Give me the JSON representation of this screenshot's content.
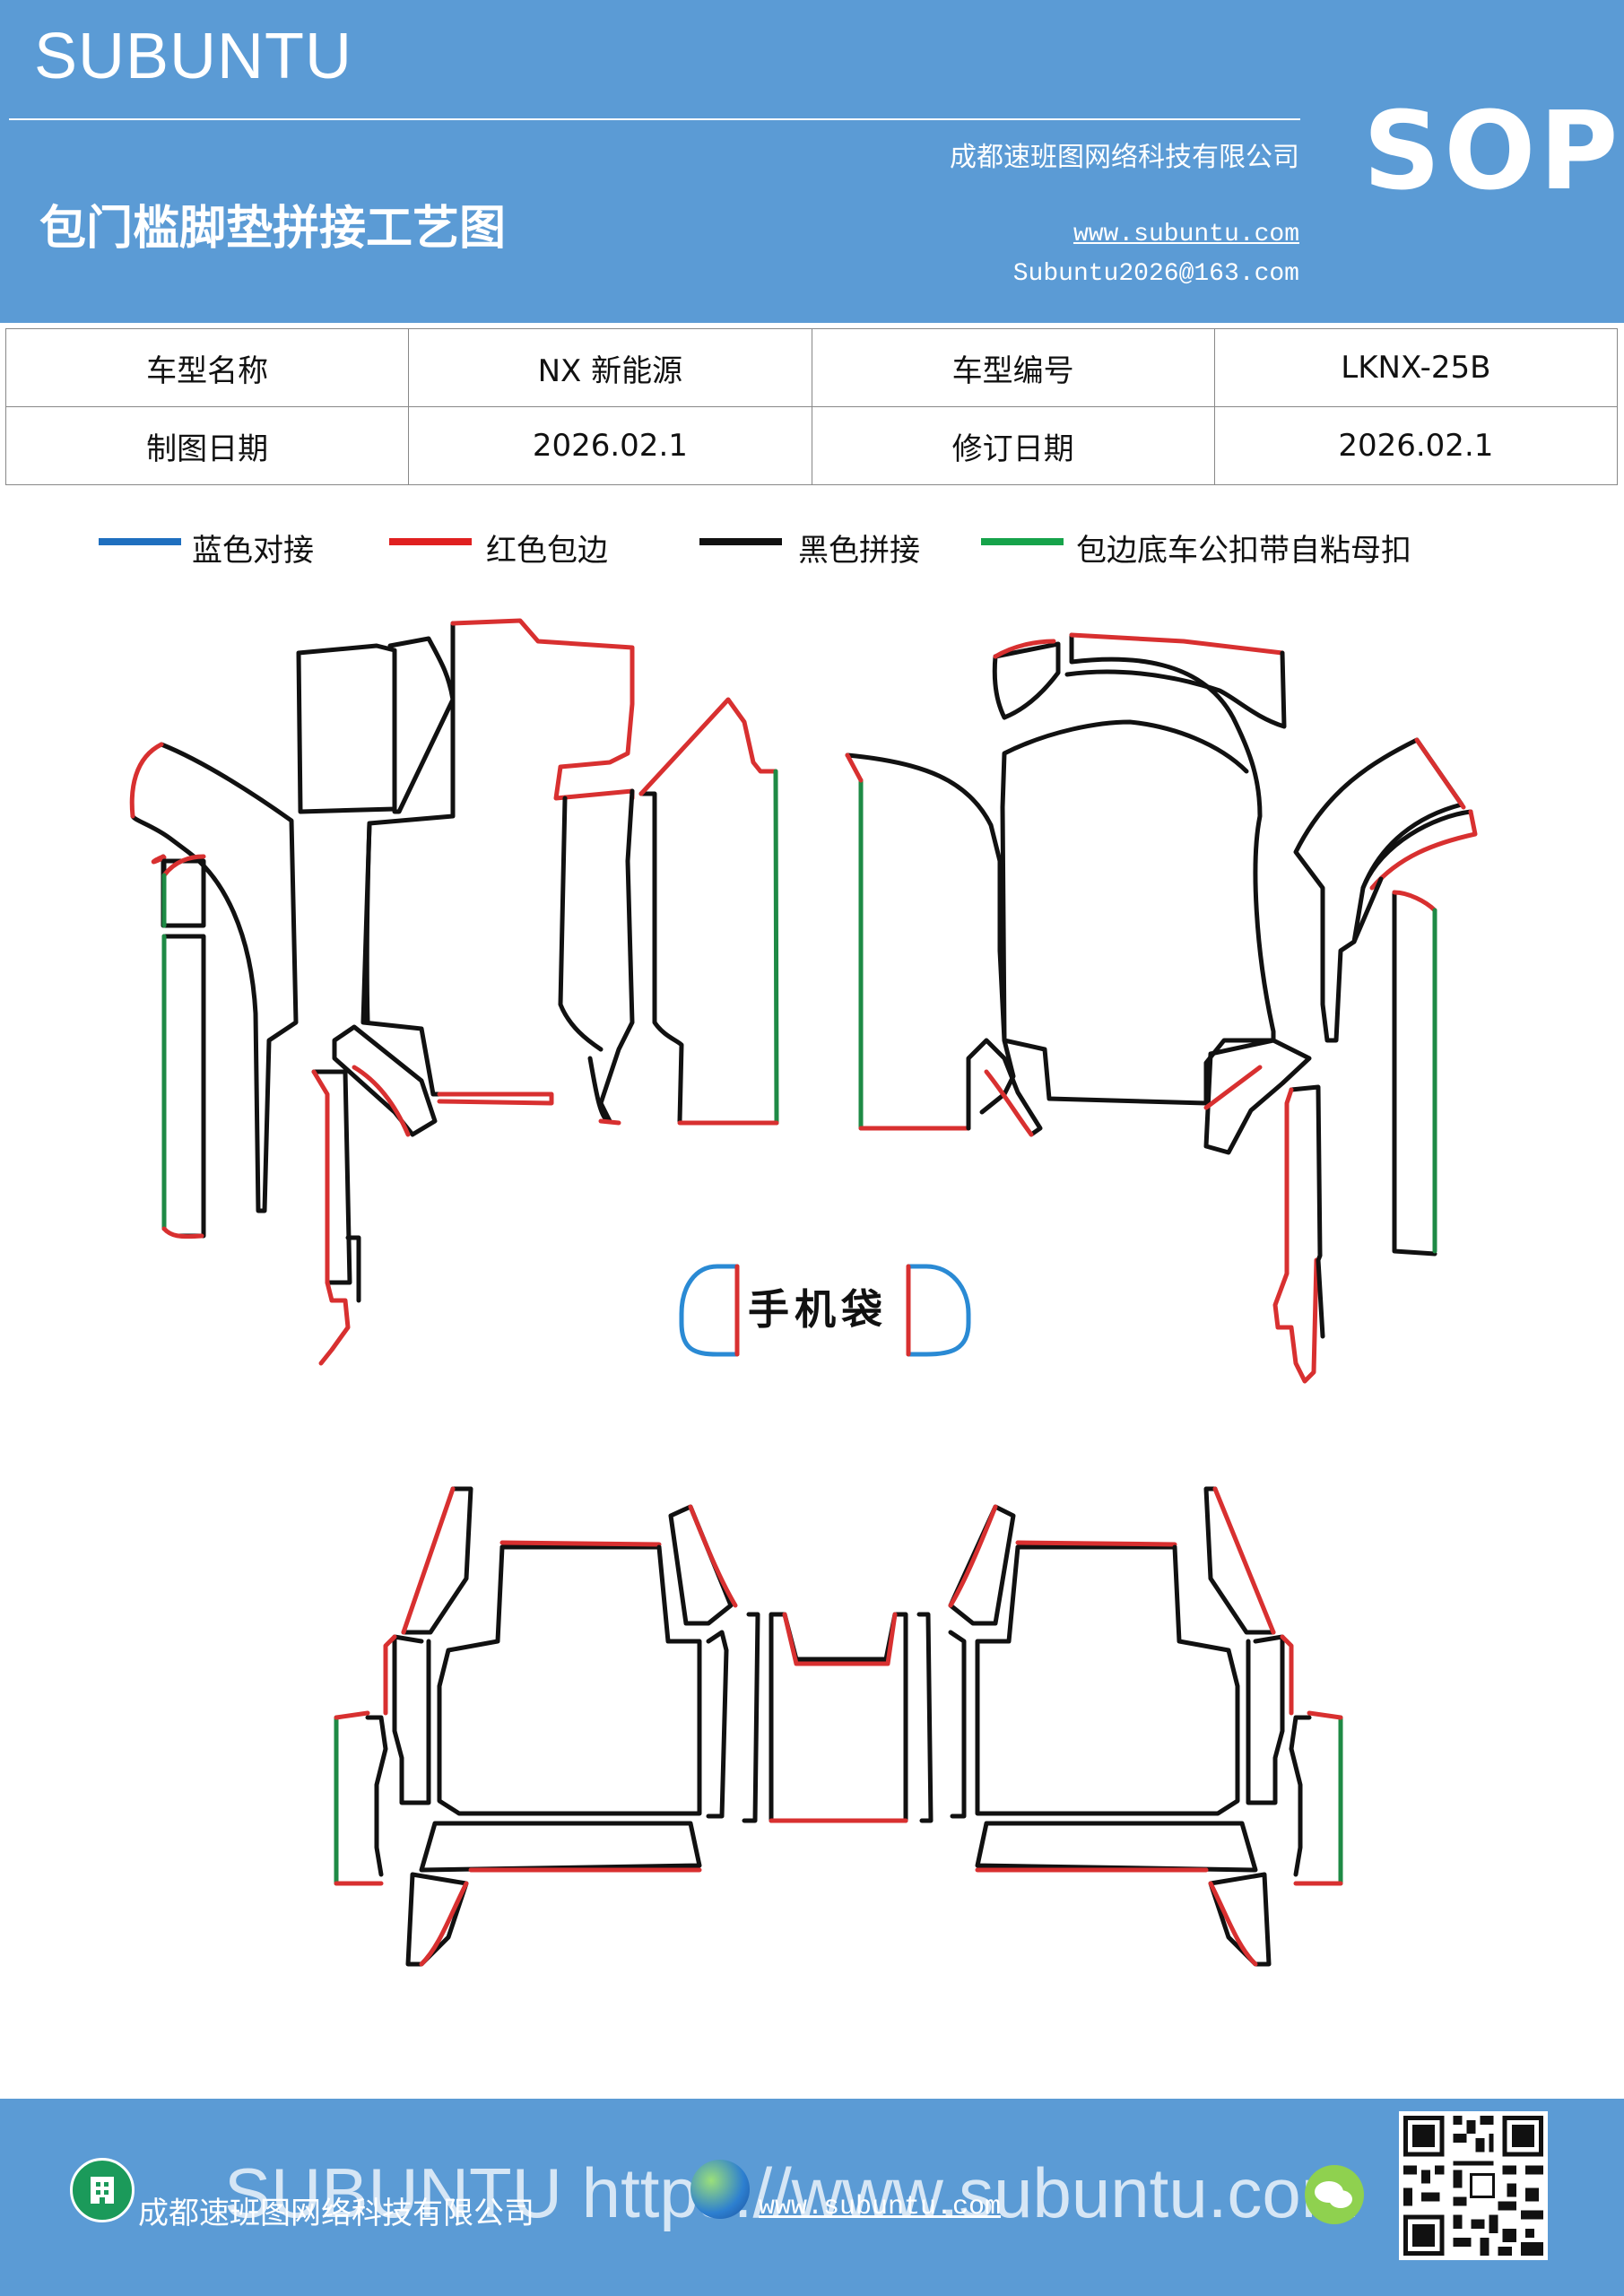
{
  "header": {
    "brand": "SUBUNTU",
    "badge": "SOP",
    "company": "成都速班图网络科技有限公司",
    "title": "包门槛脚垫拼接工艺图",
    "website": "www.subuntu.com",
    "email": "Subuntu2026@163.com"
  },
  "info_table": {
    "row1": [
      "车型名称",
      "NX 新能源",
      "车型编号",
      "LKNX-25B"
    ],
    "row2": [
      "制图日期",
      "2026.02.1",
      "修订日期",
      "2026.02.1"
    ]
  },
  "legend": [
    {
      "label": "蓝色对接",
      "color": "#1f6fbf"
    },
    {
      "label": "红色包边",
      "color": "#e02020"
    },
    {
      "label": "黑色拼接",
      "color": "#111111"
    },
    {
      "label": "包边底车公扣带自粘母扣",
      "color": "#16a34a"
    }
  ],
  "diagram": {
    "phone_pocket_label": "手机袋",
    "colors": {
      "black": "#111111",
      "red": "#d83030",
      "green": "#1e8a45",
      "blue": "#2a8ad4"
    }
  },
  "footer": {
    "company": "成都速班图网络科技有限公司",
    "website": "www.subuntu.com",
    "watermark": "SUBUNTU https://www.subuntu.com",
    "icons": [
      "building-icon",
      "globe-icon",
      "wechat-icon"
    ]
  },
  "theme": {
    "header_bg": "#5b9bd5",
    "footer_bg": "#5b9bd5"
  }
}
